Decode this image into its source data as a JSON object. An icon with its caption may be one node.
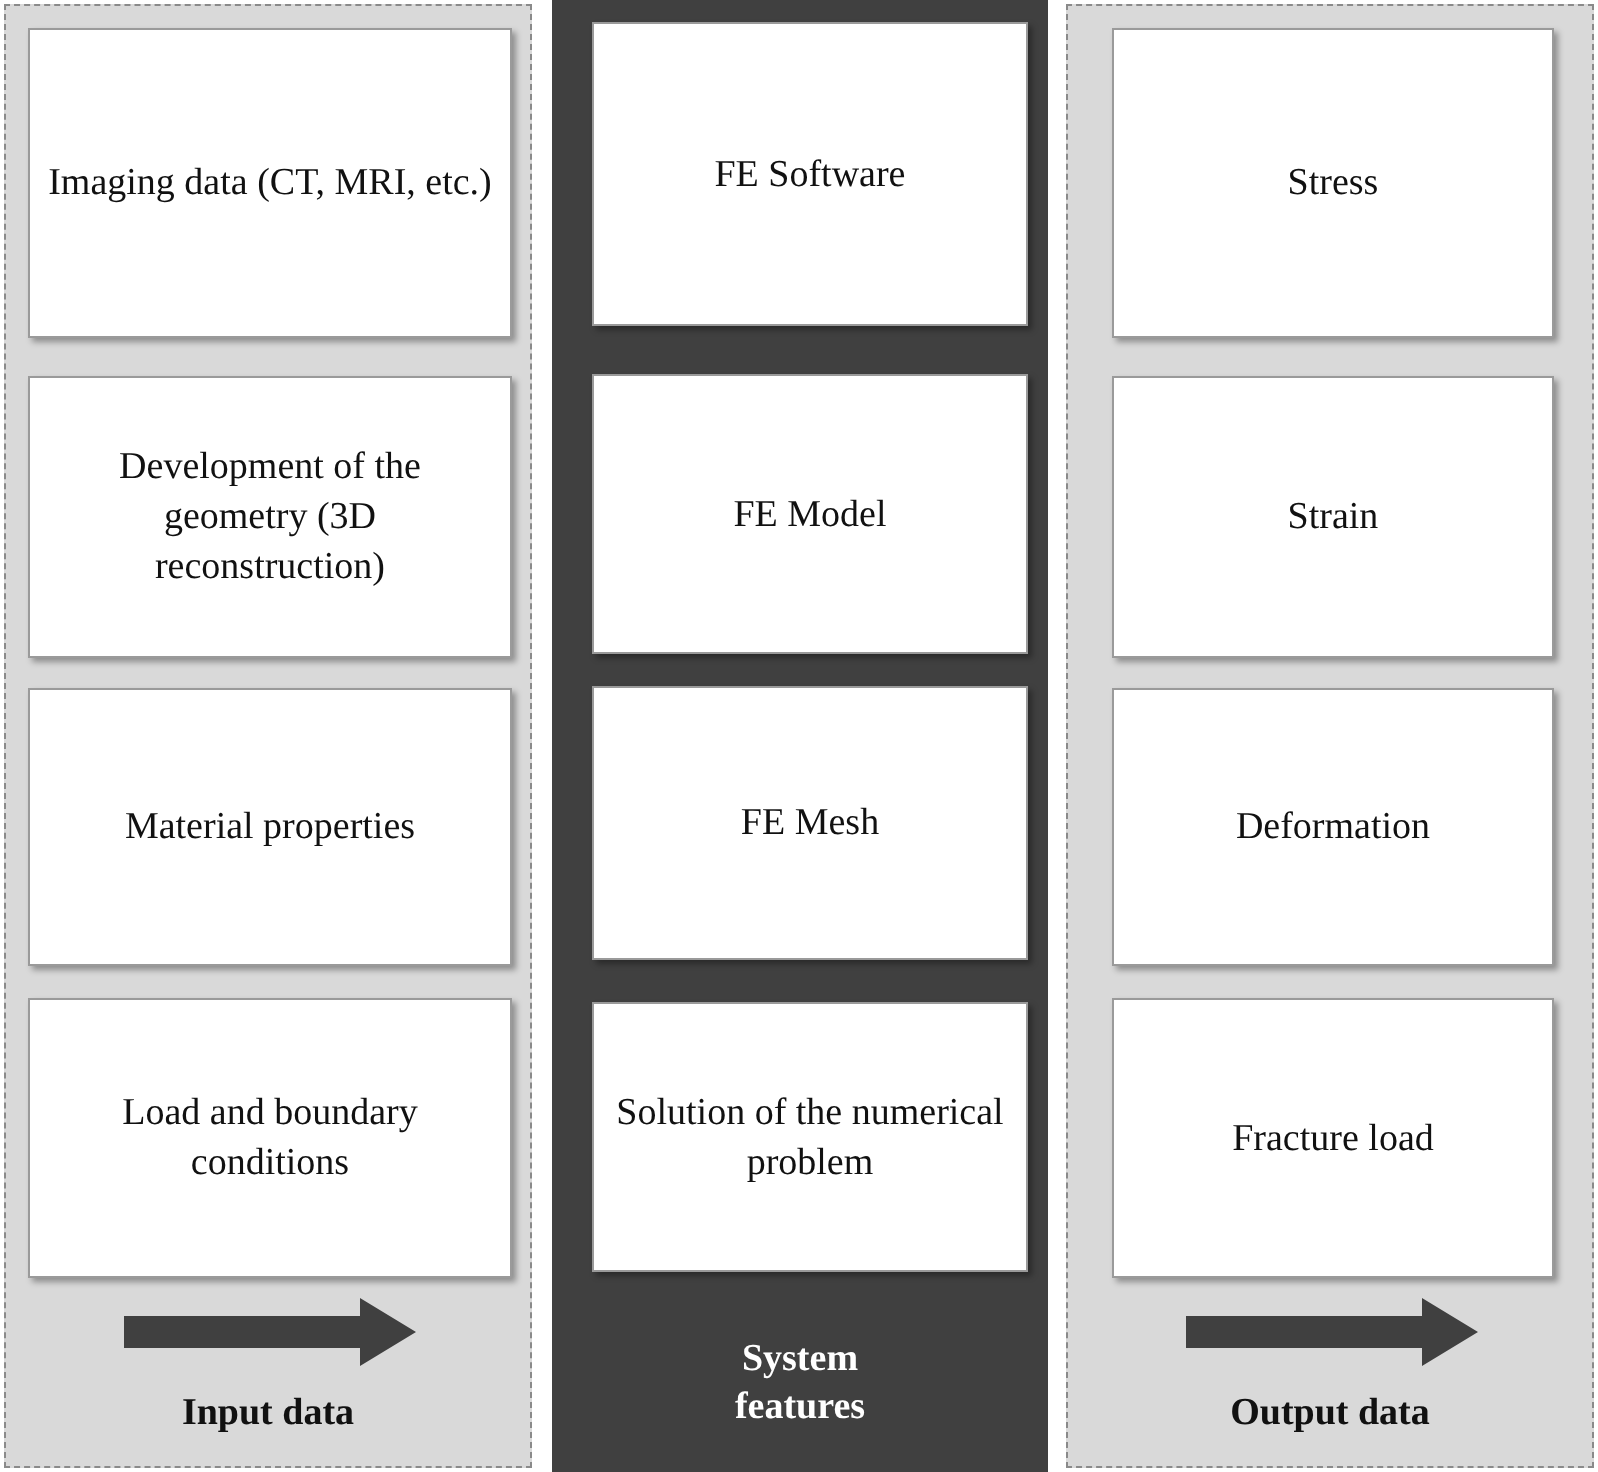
{
  "diagram": {
    "nodes": [
      {
        "text": [
          "Input data"
        ]
      },
      {
        "text": [
          "Imaging data (CT, MRI, etc.)"
        ],
        "in": 0
      },
      {
        "text": [
          "Development of the geometry (3D reconstruction)"
        ],
        "in": 0
      },
      {
        "text": [
          "Material properties"
        ],
        "in": 0
      },
      {
        "text": [
          "Load and boundary conditions"
        ],
        "in": 0
      },
      {
        "text": [
          "System features"
        ]
      },
      {
        "text": [
          "FE Software"
        ],
        "in": 5
      },
      {
        "text": [
          "FE Model"
        ],
        "in": 5
      },
      {
        "text": [
          "FE Mesh"
        ],
        "in": 5
      },
      {
        "text": [
          "Solution of the numerical problem"
        ],
        "in": 5
      },
      {
        "text": [
          "Output data"
        ]
      },
      {
        "text": [
          "Stress"
        ],
        "in": 10
      },
      {
        "text": [
          "Strain"
        ],
        "in": 10
      },
      {
        "text": [
          "Deformation"
        ],
        "in": 10
      },
      {
        "text": [
          "Fracture load"
        ],
        "in": 10
      }
    ]
  }
}
